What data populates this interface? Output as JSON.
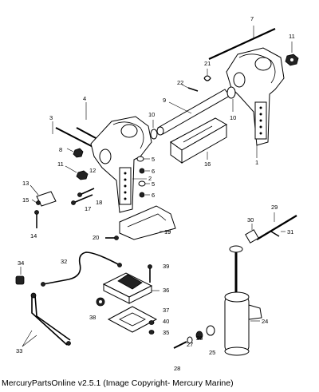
{
  "caption": "MercuryPartsOnline v2.5.1 (Image Copyright- Mercury Marine)",
  "callouts": {
    "c1": "1",
    "c2": "2",
    "c3": "3",
    "c4": "4",
    "c5": "5",
    "c5b": "5",
    "c6": "6",
    "c6b": "6",
    "c7": "7",
    "c8": "8",
    "c9": "9",
    "c10": "10",
    "c10b": "10",
    "c11": "11",
    "c11b": "11",
    "c12": "12",
    "c13": "13",
    "c14": "14",
    "c15": "15",
    "c16": "16",
    "c17": "17",
    "c18": "18",
    "c19": "19",
    "c20": "20",
    "c21": "21",
    "c22": "22",
    "c24": "24",
    "c25": "25",
    "c26": "26",
    "c27": "27",
    "c28": "28",
    "c29": "29",
    "c30": "30",
    "c31": "31",
    "c32": "32",
    "c33": "33",
    "c34": "34",
    "c35": "35",
    "c36": "36",
    "c37": "37",
    "c38": "38",
    "c39": "39",
    "c40": "40"
  }
}
